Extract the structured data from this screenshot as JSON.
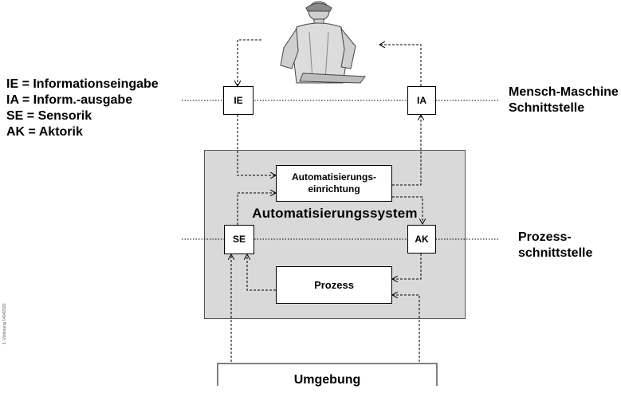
{
  "legend": [
    "IE = Informationseingabe",
    "IA = Inform.-ausgabe",
    "SE = Sensorik",
    "AK = Aktorik"
  ],
  "interfaces": {
    "mensch_maschine": [
      "Mensch-Maschine",
      "Schnittstelle"
    ],
    "prozess": [
      "Prozess-",
      "schnittstelle"
    ]
  },
  "blocks": {
    "ie": "IE",
    "ia": "IA",
    "se": "SE",
    "ak": "AK",
    "automatisierungseinrichtung": [
      "Automatisierungs-",
      "einrichtung"
    ],
    "prozess": "Prozess",
    "umgebung": "Umgebung"
  },
  "system_label": "Automatisierungssystem",
  "footer": "1. Vorlesung 14042020"
}
